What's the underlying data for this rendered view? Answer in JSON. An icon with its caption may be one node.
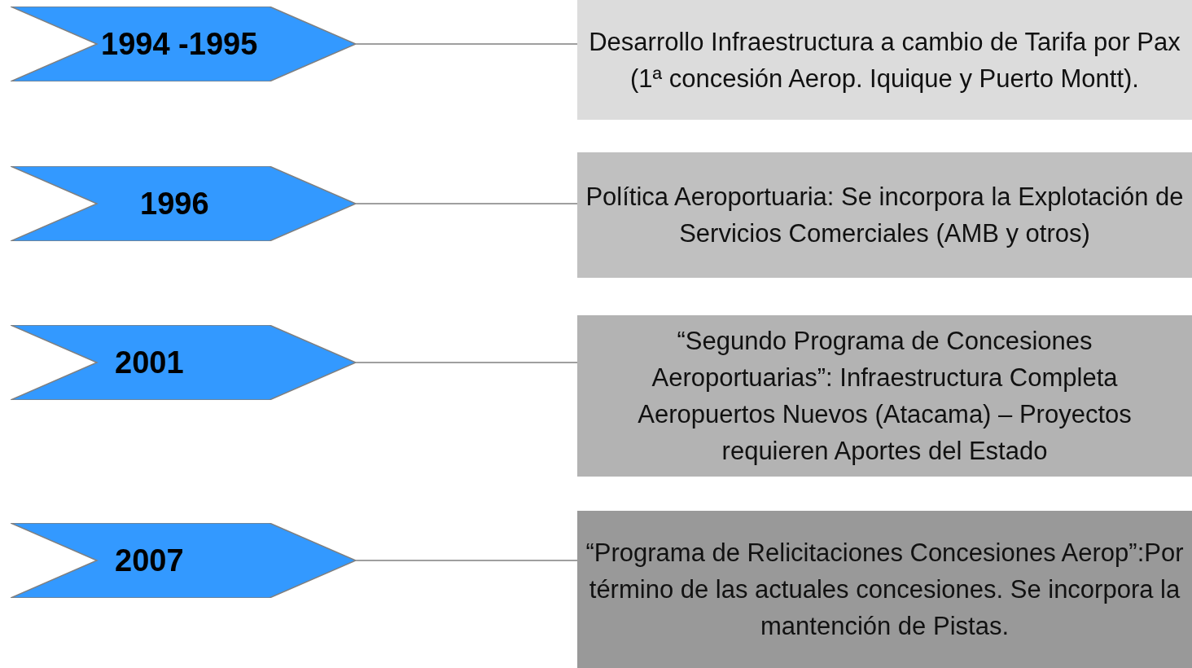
{
  "diagram": {
    "nodes": [
      {
        "text": [
          "1994 -1995"
        ]
      },
      {
        "text": [
          "1996"
        ]
      },
      {
        "text": [
          "2001"
        ]
      },
      {
        "text": [
          "2007"
        ]
      },
      {
        "text": [
          "Desarrollo Infraestructura a cambio de Tarifa por Pax (1ª concesión Aerop. Iquique y Puerto Montt)."
        ]
      },
      {
        "text": [
          "Política Aeroportuaria: Se incorpora la Explotación de Servicios Comerciales (AMB y otros)"
        ]
      },
      {
        "text": [
          "“Segundo Programa de Concesiones Aeroportuarias”: Infraestructura Completa Aeropuertos Nuevos (Atacama) – Proyectos requieren Aportes del Estado"
        ]
      },
      {
        "text": [
          "“Programa de Relicitaciones Concesiones Aerop”:Por término de las actuales concesiones. Se incorpora la mantención de Pistas."
        ]
      }
    ],
    "edges": [
      {
        "from": 0,
        "to": 4,
        "arrow": "none"
      },
      {
        "from": 1,
        "to": 5,
        "arrow": "none"
      },
      {
        "from": 2,
        "to": 6,
        "arrow": "none"
      },
      {
        "from": 3,
        "to": 7,
        "arrow": "none"
      }
    ]
  }
}
